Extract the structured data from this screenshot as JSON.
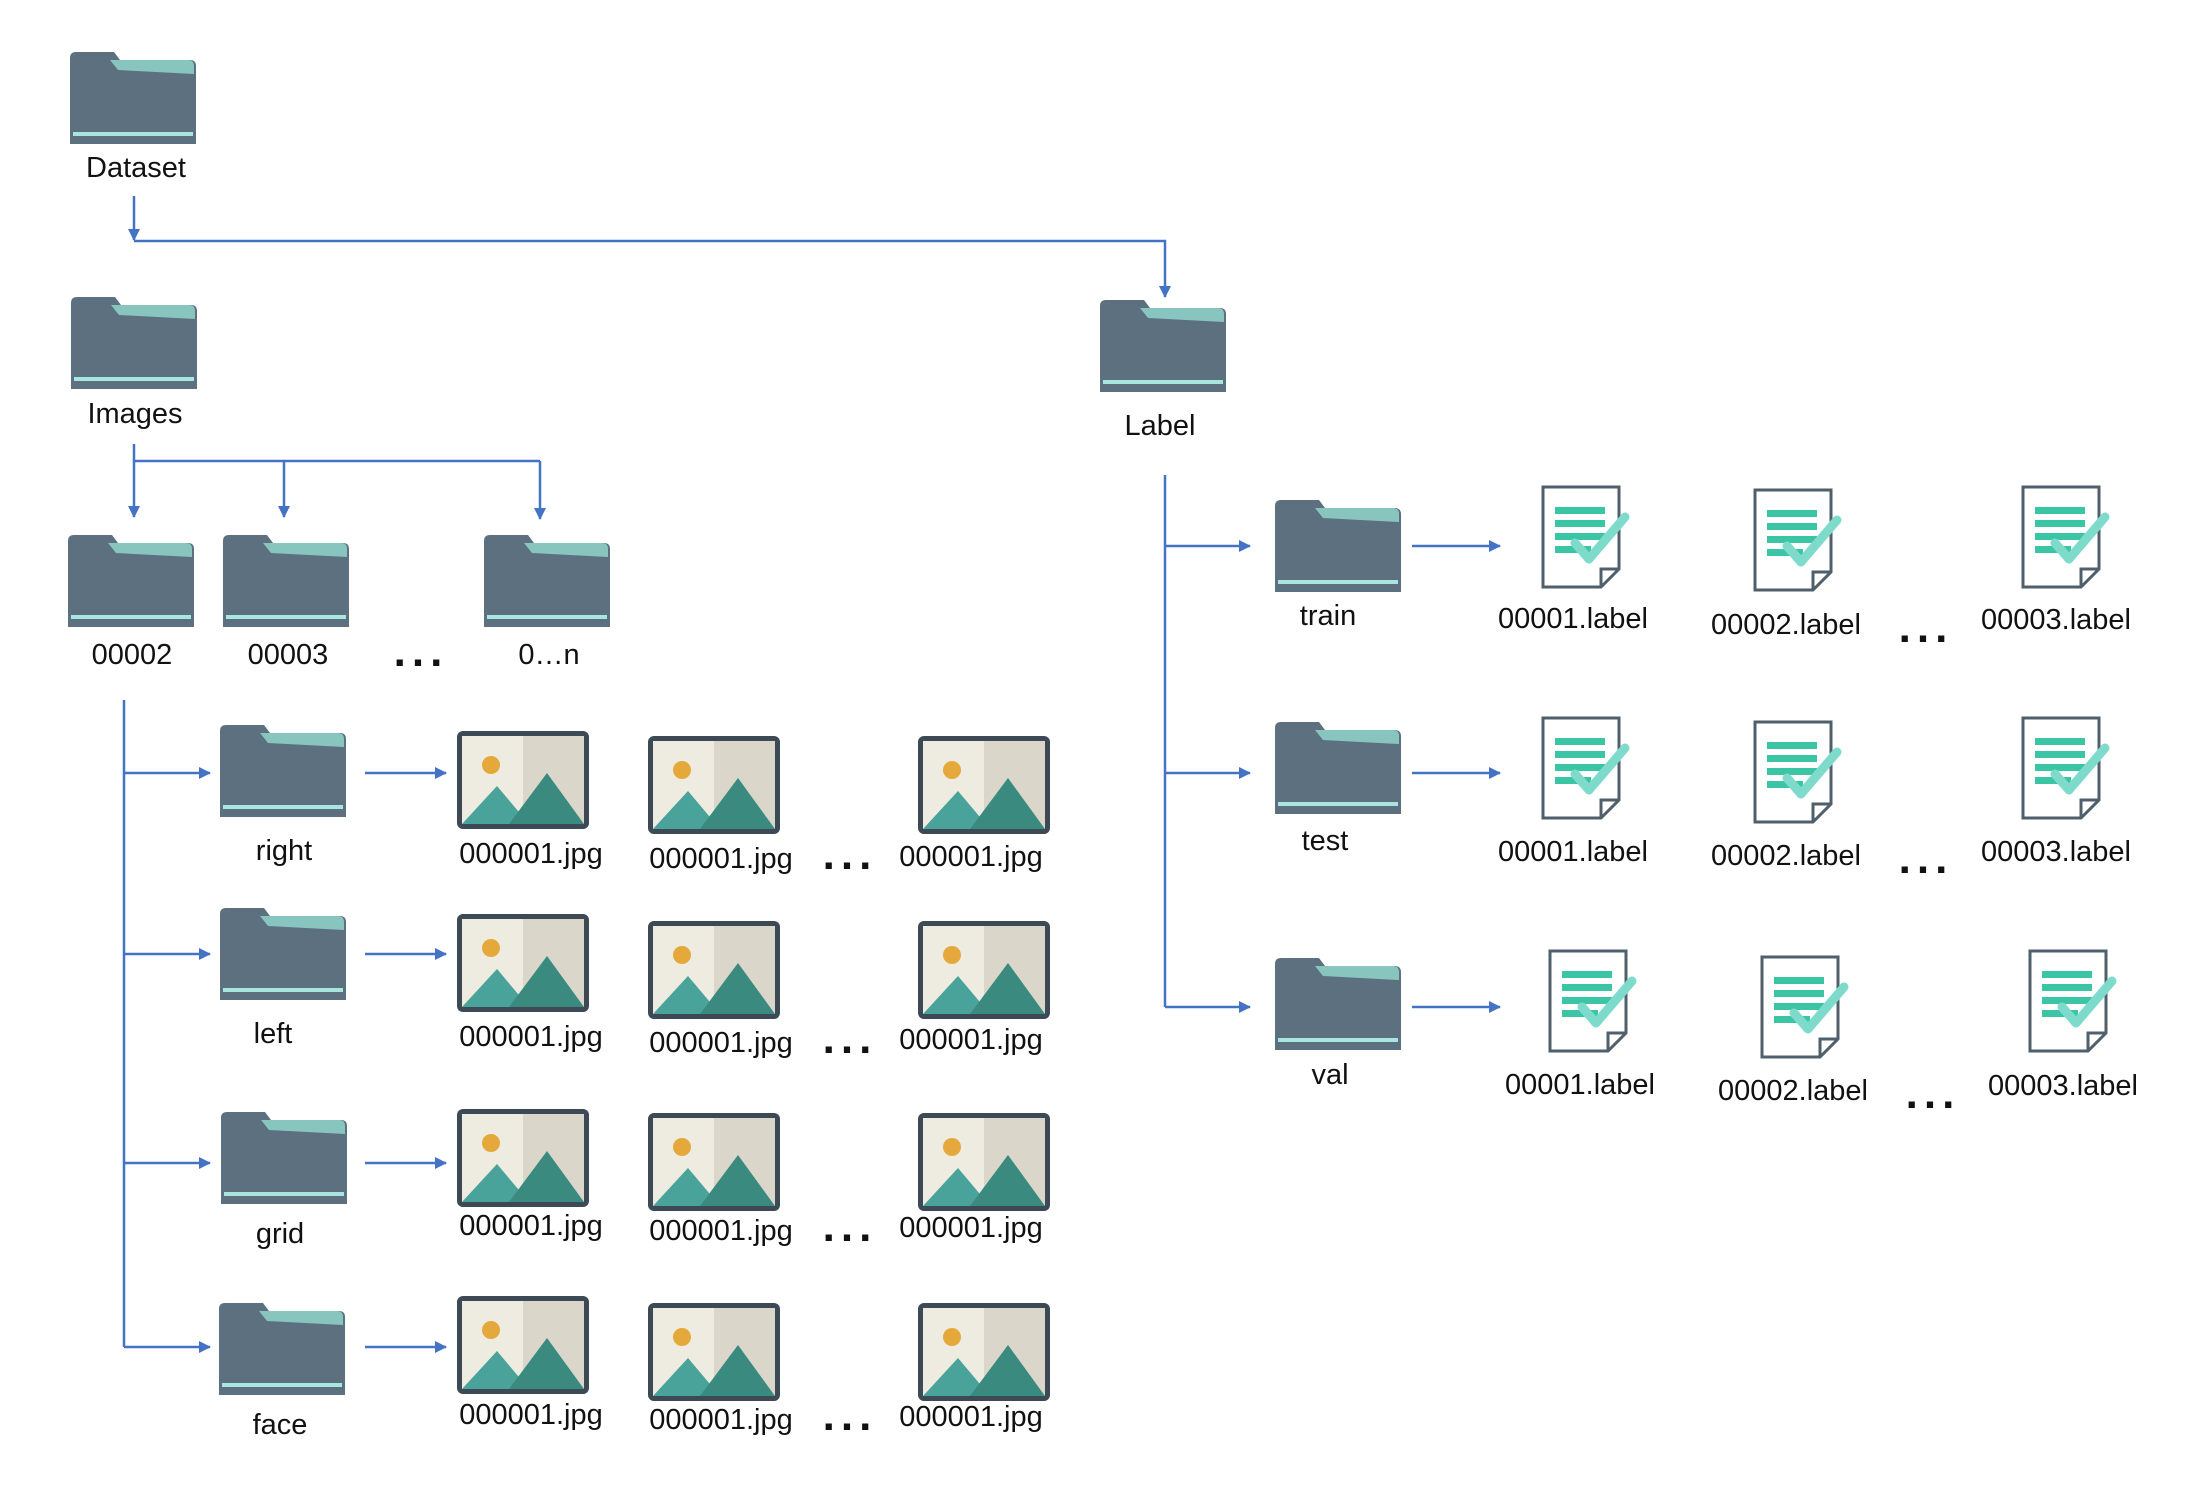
{
  "root": {
    "label": "Dataset"
  },
  "images": {
    "label": "Images",
    "subfolders": [
      "00002",
      "00003",
      "0…n"
    ],
    "folders_ellipsis": "...",
    "categories": [
      {
        "label": "right",
        "files": [
          "000001.jpg",
          "000001.jpg",
          "000001.jpg"
        ],
        "ellipsis": "..."
      },
      {
        "label": "left",
        "files": [
          "000001.jpg",
          "000001.jpg",
          "000001.jpg"
        ],
        "ellipsis": "..."
      },
      {
        "label": "grid",
        "files": [
          "000001.jpg",
          "000001.jpg",
          "000001.jpg"
        ],
        "ellipsis": "..."
      },
      {
        "label": "face",
        "files": [
          "000001.jpg",
          "000001.jpg",
          "000001.jpg"
        ],
        "ellipsis": "..."
      }
    ]
  },
  "label_branch": {
    "label": "Label",
    "splits": [
      {
        "label": "train",
        "files": [
          "00001.label",
          "00002.label",
          "00003.label"
        ],
        "ellipsis": "..."
      },
      {
        "label": "test",
        "files": [
          "00001.label",
          "00002.label",
          "00003.label"
        ],
        "ellipsis": "..."
      },
      {
        "label": "val",
        "files": [
          "00001.label",
          "00002.label",
          "00003.label"
        ],
        "ellipsis": "..."
      }
    ]
  },
  "colors": {
    "connector": "#4472C4",
    "folder_body": "#5C7080",
    "folder_tab": "#8FD3C9",
    "folder_stripe": "#A8E6DF",
    "image_frame": "#3D4A55",
    "image_bg": "#EEEBE0",
    "image_mountain_light": "#4AA39A",
    "image_mountain_dark": "#3A8A80",
    "image_sun": "#E5A93B",
    "doc_stroke": "#4F5F6B",
    "doc_lines": "#3CC5A5",
    "doc_check": "#7EDBCC"
  },
  "icons": {
    "folder": "folder-icon",
    "image": "image-file-icon",
    "label": "label-file-icon"
  }
}
